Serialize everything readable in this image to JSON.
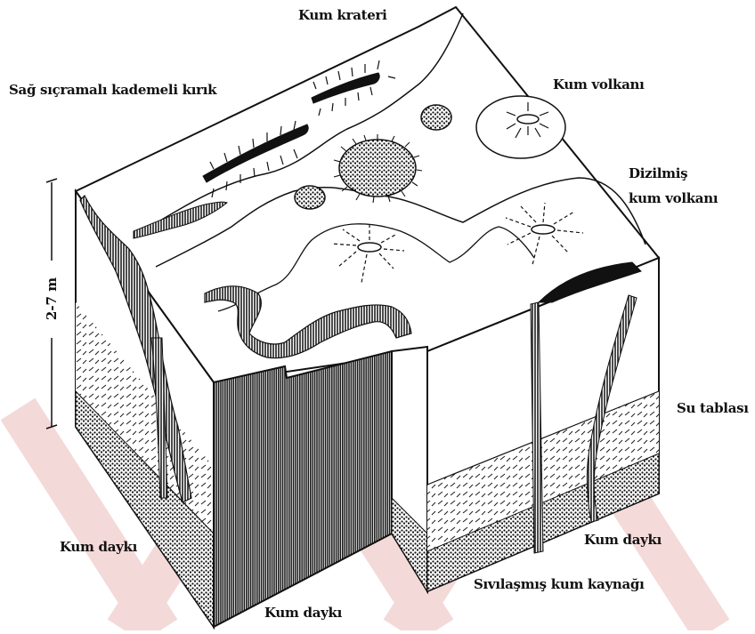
{
  "labels": {
    "sand_crater": "Kum krateri",
    "en_echelon_fault": "Sağ sıçramalı kademeli kırık",
    "sand_volcano": "Kum volkanı",
    "aligned_volcano_line1": "Dizilmiş",
    "aligned_volcano_line2": "kum volkanı",
    "depth_range": "2-7 m",
    "water_table": "Su tablası",
    "sand_dike_left": "Kum daykı",
    "sand_dike_bottom": "Kum daykı",
    "sand_dike_right": "Kum daykı",
    "liquefied_source": "Sıvılaşmış kum kaynağı"
  },
  "colors": {
    "ink": "#111111",
    "watermark": "#f3d3d3",
    "paper": "#ffffff"
  }
}
